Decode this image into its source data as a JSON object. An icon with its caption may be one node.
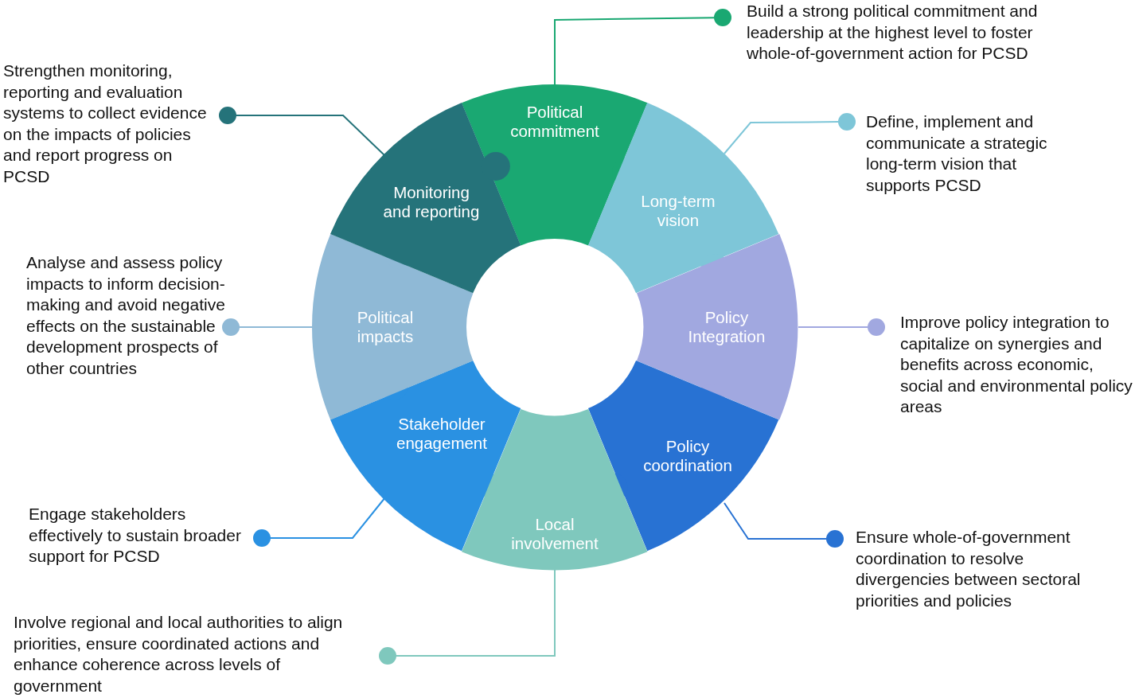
{
  "diagram": {
    "nodes": [
      {
        "text": [
          "Political commitment"
        ]
      },
      {
        "text": [
          "Long-term vision"
        ]
      },
      {
        "text": [
          "Policy Integration"
        ]
      },
      {
        "text": [
          "Policy coordination"
        ]
      },
      {
        "text": [
          "Local involvement"
        ]
      },
      {
        "text": [
          "Stakeholder engagement"
        ]
      },
      {
        "text": [
          "Political impacts"
        ]
      },
      {
        "text": [
          "Monitoring and reporting"
        ]
      },
      {
        "text": [],
        "shape": "circle",
        "beside": [
          "Build a strong political commitment and leadership at the highest level to foster whole-of-government action for PCSD"
        ]
      },
      {
        "text": [],
        "shape": "circle",
        "beside": [
          "Define, implement and communicate a strategic long-term vision that supports PCSD"
        ]
      },
      {
        "text": [],
        "shape": "circle",
        "beside": [
          "Improve policy integration to capitalize on synergies and benefits across economic, social and environmental policy areas"
        ]
      },
      {
        "text": [],
        "shape": "circle",
        "beside": [
          "Ensure whole-of-government coordination to resolve divergencies between sectoral priorities and policies"
        ]
      },
      {
        "text": [],
        "shape": "circle",
        "beside": [
          "Involve regional and local authorities to align priorities, ensure coordinated actions and enhance coherence across levels of government"
        ]
      },
      {
        "text": [],
        "shape": "circle",
        "beside": [
          "Engage stakeholders effectively to sustain broader support for PCSD"
        ]
      },
      {
        "text": [],
        "shape": "circle",
        "beside": [
          "Analyse and assess policy impacts to inform decision-making and avoid negative effects on the sustainable development prospects of other countries"
        ]
      },
      {
        "text": [],
        "shape": "circle",
        "beside": [
          "Strengthen monitoring, reporting and evaluation systems to collect evidence on the impacts of policies and report progress on PCSD"
        ]
      }
    ],
    "edges": [
      {
        "from": 8,
        "to": 0,
        "arrow": "none",
        "color": "#1aa872"
      },
      {
        "from": 9,
        "to": 1,
        "arrow": "none",
        "color": "#7ec6d8"
      },
      {
        "from": 10,
        "to": 2,
        "arrow": "none",
        "color": "#a1a8e0"
      },
      {
        "from": 11,
        "to": 3,
        "arrow": "none",
        "color": "#2872d3"
      },
      {
        "from": 12,
        "to": 4,
        "arrow": "none",
        "color": "#7fc8bd"
      },
      {
        "from": 13,
        "to": 5,
        "arrow": "none",
        "color": "#2a91e2"
      },
      {
        "from": 14,
        "to": 6,
        "arrow": "none",
        "color": "#8fb9d6"
      },
      {
        "from": 15,
        "to": 7,
        "arrow": "none",
        "color": "#25737a"
      }
    ]
  }
}
